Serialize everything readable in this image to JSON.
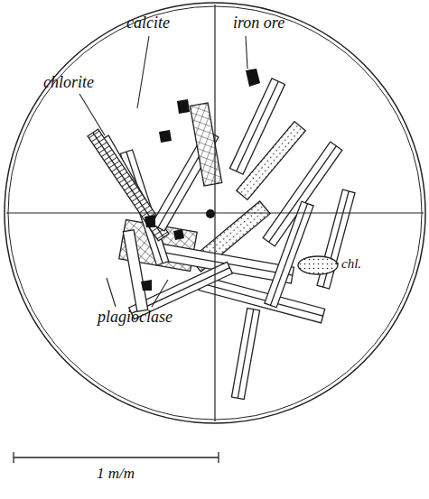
{
  "diagram": {
    "labels": [
      "calcite",
      "iron ore",
      "chlorite",
      "plagioclase",
      "chl.",
      "1 m/m"
    ]
  }
}
